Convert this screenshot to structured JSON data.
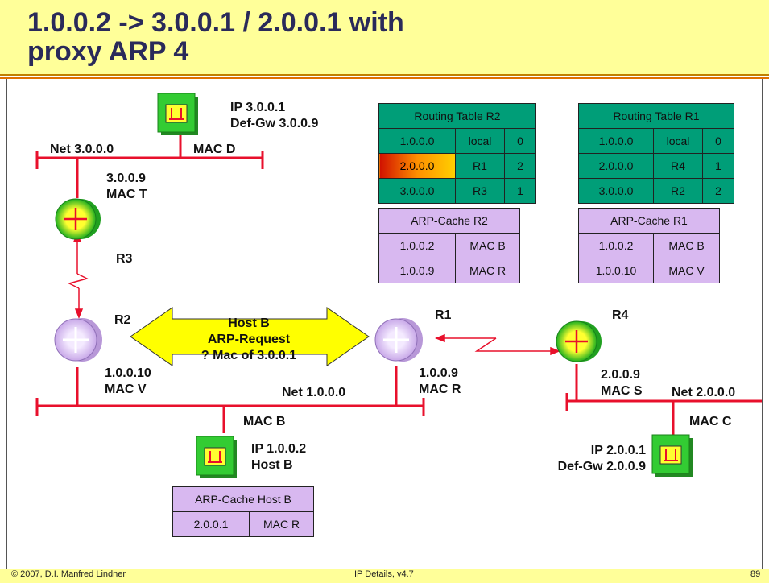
{
  "title": "1.0.0.2 -> 3.0.0.1 / 2.0.0.1 with\nproxy ARP 4",
  "footer": {
    "left": "© 2007, D.I. Manfred Lindner",
    "center": "IP Details, v4.7",
    "page": "89"
  },
  "hosts": {
    "hostD": {
      "ip": "IP 3.0.0.1\nDef-Gw  3.0.0.9",
      "mac": "MAC D"
    },
    "hostB": {
      "ip": "IP 1.0.0.2\nHost B",
      "mac": "MAC B"
    },
    "hostC": {
      "ip": "IP 2.0.0.1\nDef-Gw  2.0.0.9",
      "mac": "MAC C"
    }
  },
  "networks": {
    "net3": "Net 3.0.0.0",
    "net1": "Net 1.0.0.0",
    "net2": "Net 2.0.0.0"
  },
  "routers": {
    "r3": {
      "name": "R3",
      "iface": "3.0.0.9\nMAC T"
    },
    "r2": {
      "name": "R2",
      "iface": "1.0.0.10\nMAC V"
    },
    "r1": {
      "name": "R1",
      "iface": "1.0.0.9\nMAC R"
    },
    "r4": {
      "name": "R4",
      "iface": "2.0.0.9\nMAC S"
    }
  },
  "arp_request": "Host B\nARP-Request\n? Mac of 3.0.0.1",
  "routing_r2": {
    "title": "Routing Table R2",
    "rows": [
      [
        "1.0.0.0",
        "local",
        "0"
      ],
      [
        "2.0.0.0",
        "R1",
        "2"
      ],
      [
        "3.0.0.0",
        "R3",
        "1"
      ]
    ],
    "arp_title": "ARP-Cache R2",
    "arp_rows": [
      [
        "1.0.0.2",
        "MAC B"
      ],
      [
        "1.0.0.9",
        "MAC R"
      ]
    ]
  },
  "routing_r1": {
    "title": "Routing Table R1",
    "rows": [
      [
        "1.0.0.0",
        "local",
        "0"
      ],
      [
        "2.0.0.0",
        "R4",
        "1"
      ],
      [
        "3.0.0.0",
        "R2",
        "2"
      ]
    ],
    "arp_title": "ARP-Cache R1",
    "arp_rows": [
      [
        "1.0.0.2",
        "MAC B"
      ],
      [
        "1.0.0.10",
        "MAC V"
      ]
    ]
  },
  "arp_host_b": {
    "title": "ARP-Cache Host B",
    "rows": [
      [
        "2.0.0.1",
        "MAC R"
      ]
    ]
  },
  "colors": {
    "network": "#e8102c",
    "table_green": "#009e78",
    "arp_purple": "#d8b8f0",
    "host_green": "#30c030",
    "title_bg": "#ffff99"
  }
}
